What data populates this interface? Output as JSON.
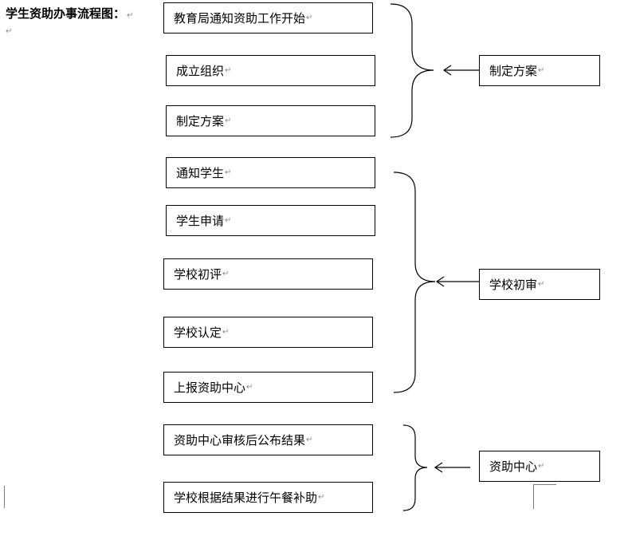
{
  "heading": "学生资助办事流程图：",
  "return_mark": "↵",
  "steps": [
    "教育局通知资助工作开始",
    "成立组织",
    "制定方案",
    "通知学生",
    "学生申请",
    "学校初评",
    "学校认定",
    "上报资助中心",
    "资助中心审核后公布结果",
    "学校根据结果进行午餐补助"
  ],
  "stages": [
    "制定方案",
    "学校初审",
    "资助中心"
  ]
}
